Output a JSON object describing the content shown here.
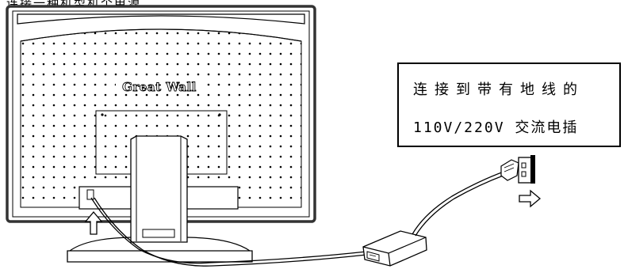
{
  "header": {
    "text": "连接一种机型机个电源"
  },
  "monitor": {
    "brand_label": "Great Wall"
  },
  "note": {
    "line1": "连接到带有地线的",
    "line2": "110V/220V 交流电插"
  }
}
